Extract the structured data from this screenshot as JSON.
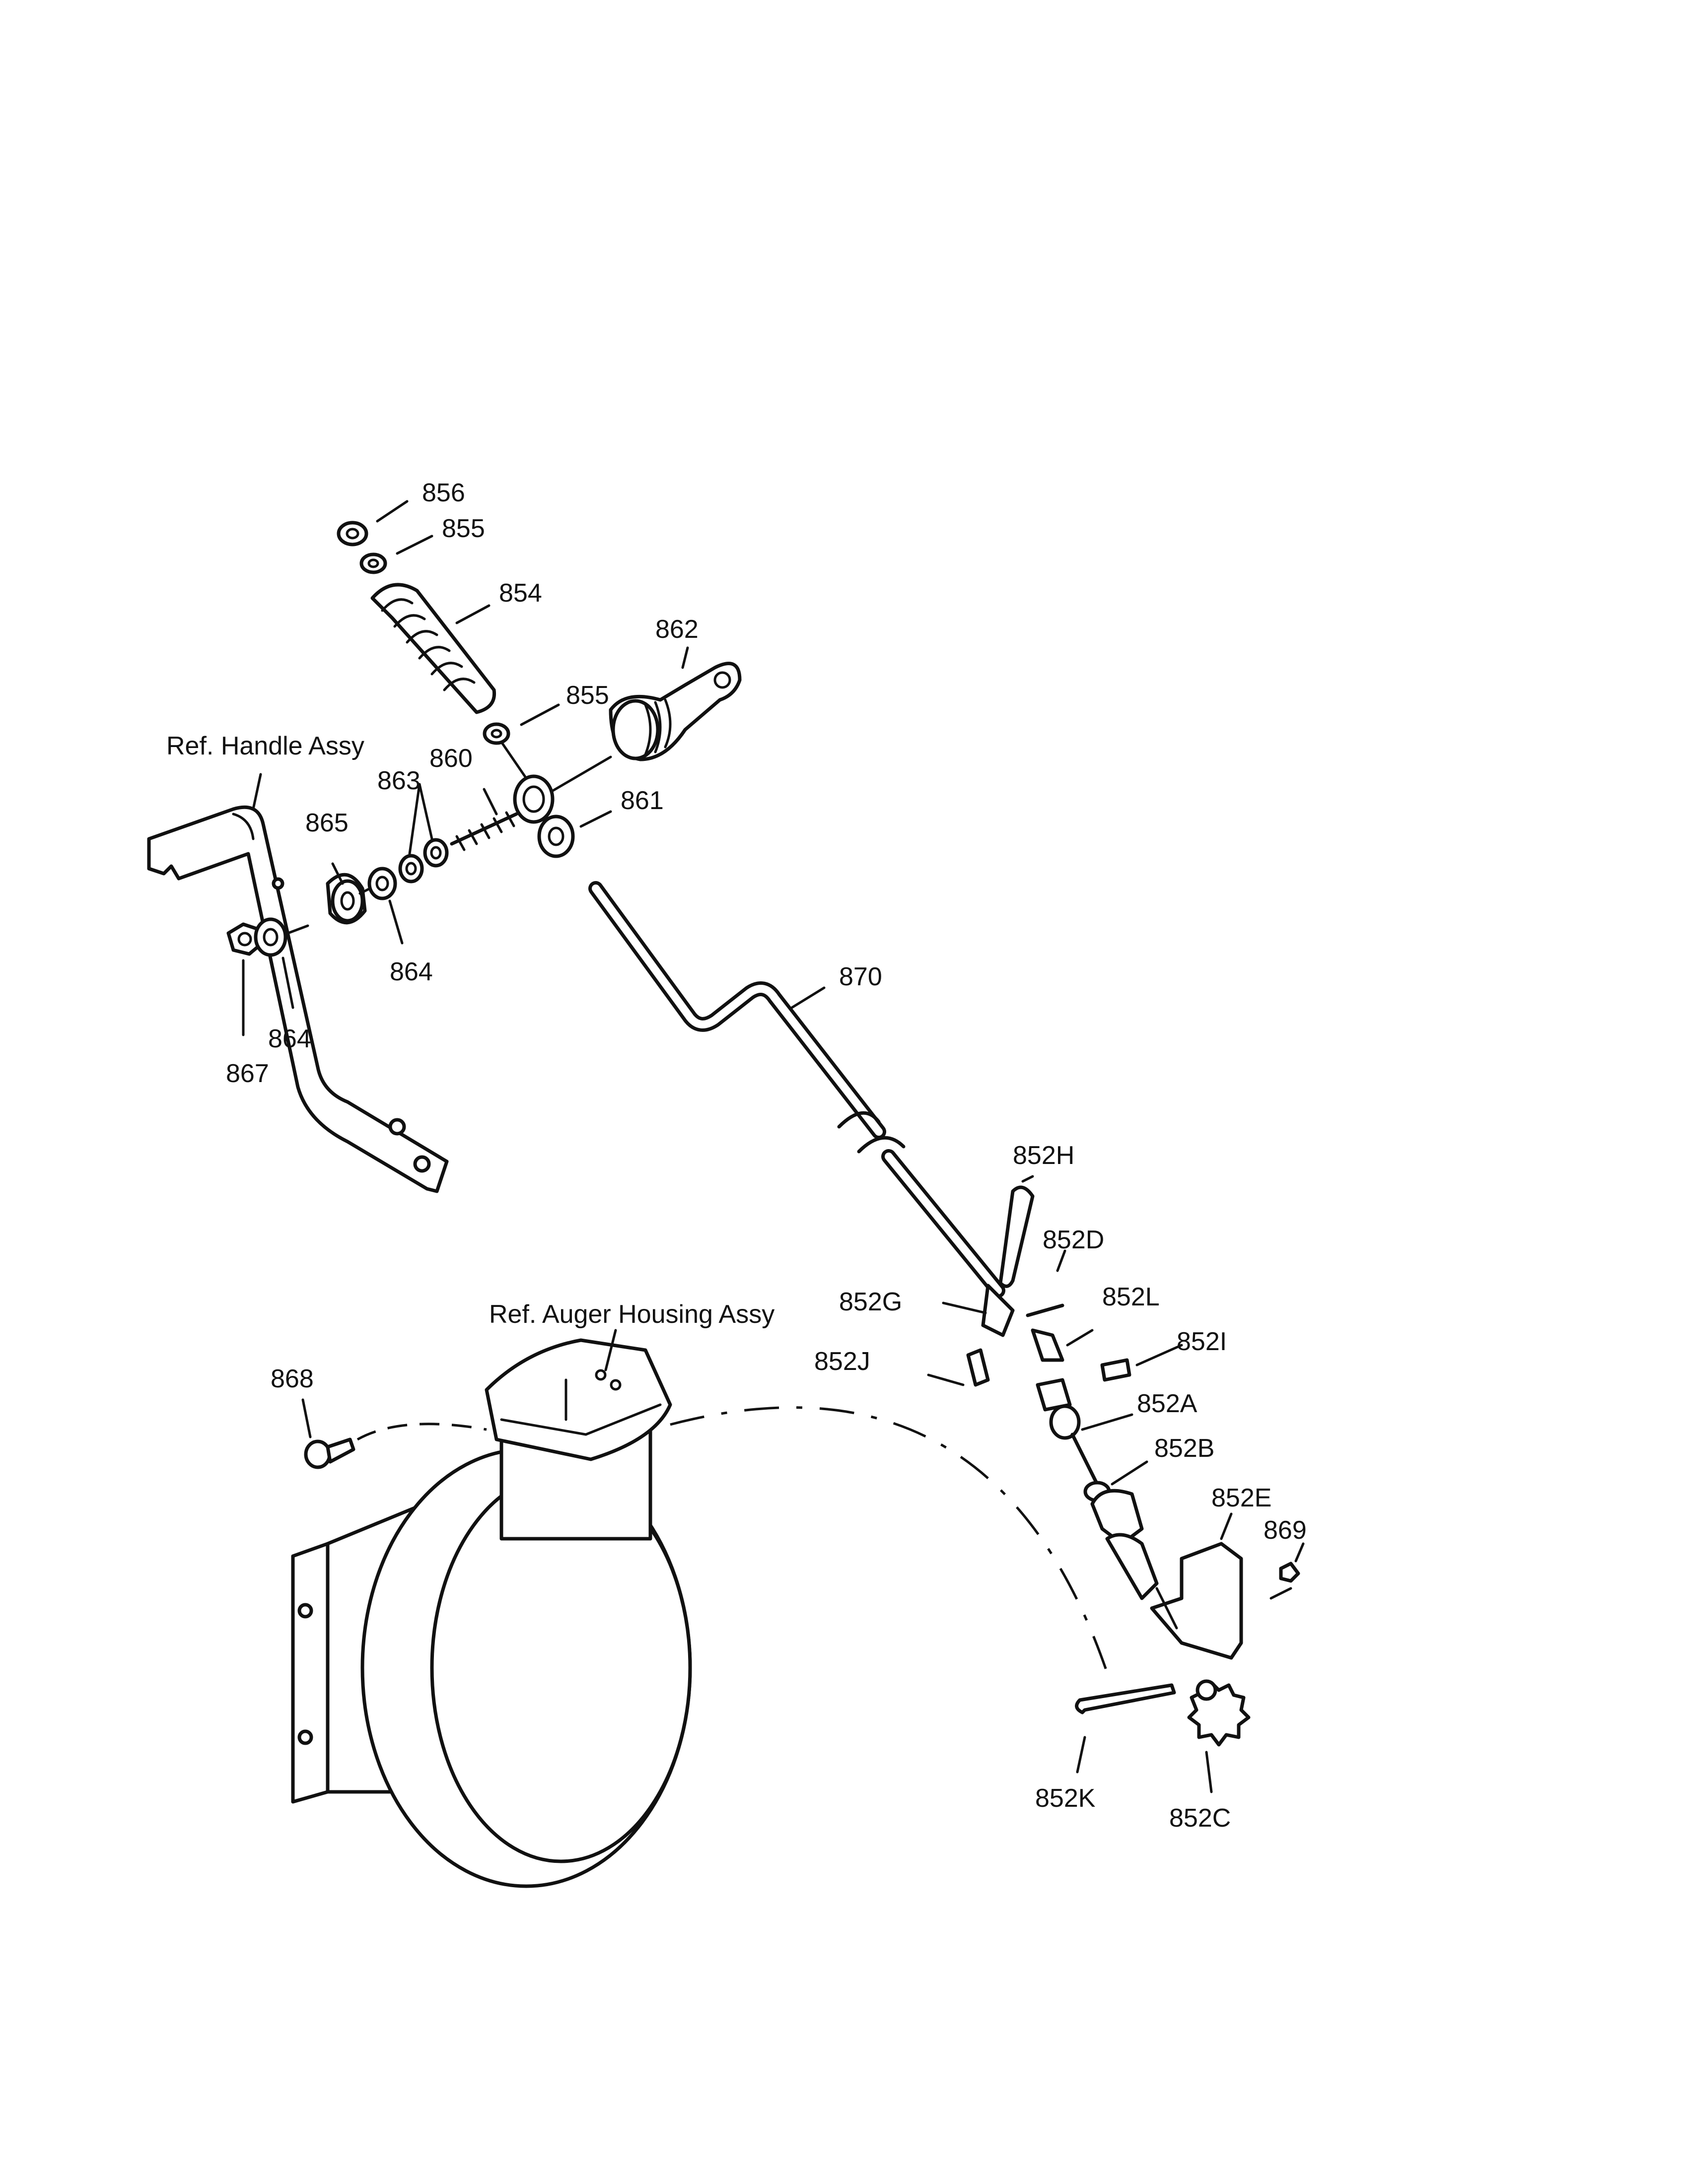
{
  "diagram": {
    "labels": {
      "p856": "856",
      "p855_top": "855",
      "p854": "854",
      "p862": "862",
      "p855_mid": "855",
      "p860": "860",
      "p861": "861",
      "p863": "863",
      "p865": "865",
      "p864_right": "864",
      "p864_left": "864",
      "p867": "867",
      "p870": "870",
      "p868": "868",
      "p869": "869",
      "p852H": "852H",
      "p852D": "852D",
      "p852G": "852G",
      "p852L": "852L",
      "p852J": "852J",
      "p852I": "852I",
      "p852A": "852A",
      "p852B": "852B",
      "p852E": "852E",
      "p852K": "852K",
      "p852C": "852C",
      "ref_handle": "Ref. Handle Assy",
      "ref_auger": "Ref. Auger Housing Assy"
    }
  }
}
